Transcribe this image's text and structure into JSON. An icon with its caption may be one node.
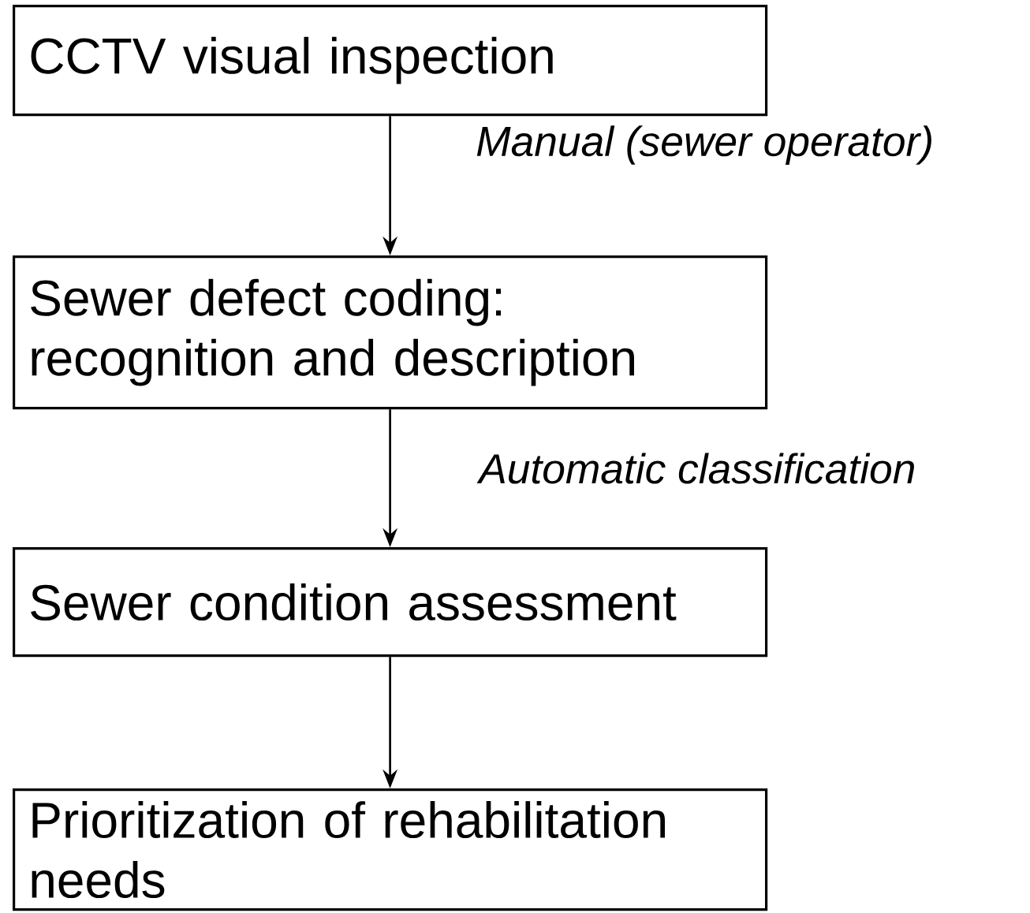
{
  "diagram": {
    "nodes": [
      {
        "text": [
          "CCTV visual inspection"
        ]
      },
      {
        "text": [
          "Sewer defect coding: recognition and description"
        ]
      },
      {
        "text": [
          "Sewer condition assessment"
        ]
      },
      {
        "text": [
          "Prioritization of rehabilitation needs"
        ]
      }
    ],
    "edges": [
      {
        "from": 0,
        "to": 1,
        "arrow": "to",
        "label": "Manual (sewer operator)"
      },
      {
        "from": 1,
        "to": 2,
        "arrow": "to",
        "label": "Automatic classification"
      },
      {
        "from": 2,
        "to": 3,
        "arrow": "to"
      }
    ]
  }
}
